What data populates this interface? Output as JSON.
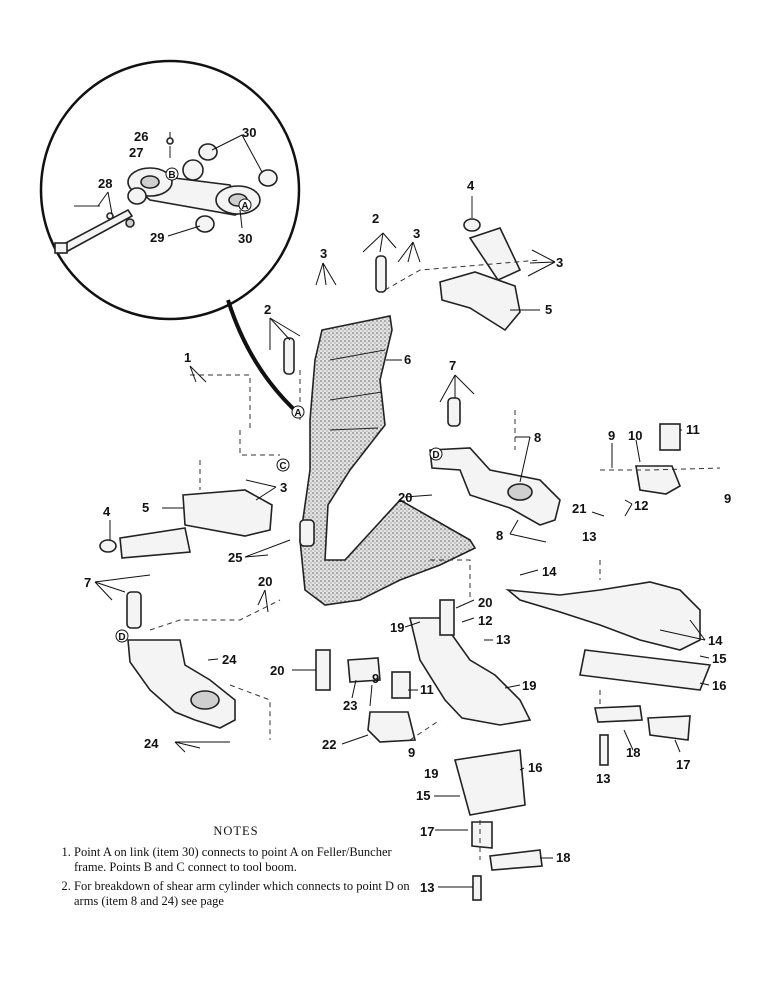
{
  "callouts": [
    "1",
    "2",
    "3",
    "4",
    "5",
    "6",
    "7",
    "8",
    "9",
    "10",
    "11",
    "12",
    "13",
    "14",
    "15",
    "16",
    "17",
    "18",
    "19",
    "20",
    "21",
    "22",
    "23",
    "24",
    "25",
    "26",
    "27",
    "28",
    "29",
    "30"
  ],
  "points": [
    "A",
    "B",
    "C",
    "D"
  ],
  "notes": {
    "title": "NOTES",
    "items": [
      "Point A on link (item 30) connects to point A on Feller/Buncher frame. Points B and C connect to tool boom.",
      "For breakdown of shear arm cylinder which connects to point D on arms (item 8 and 24) see page"
    ]
  }
}
